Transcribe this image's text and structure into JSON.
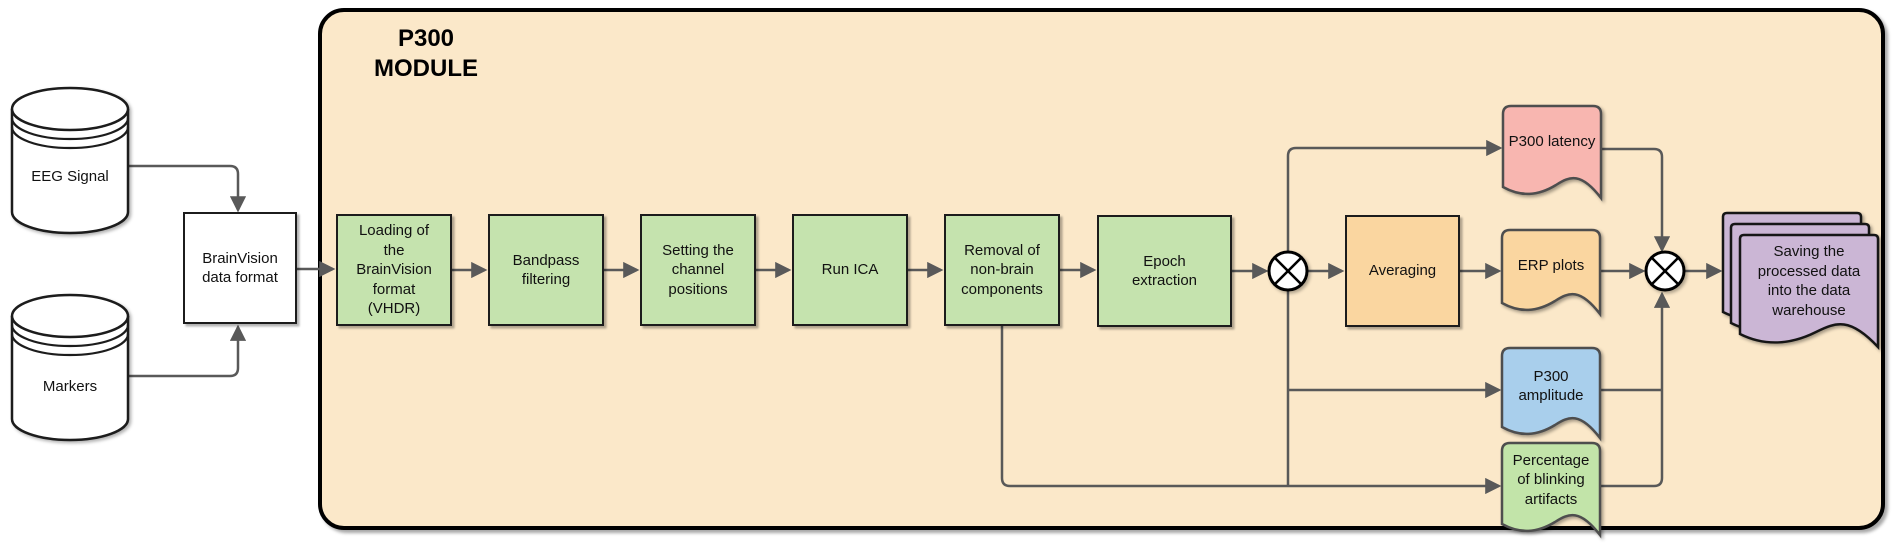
{
  "module": {
    "title_line1": "P300",
    "title_line2": "MODULE"
  },
  "colors": {
    "module_bg": "#FBE8C9",
    "process_green": "#C5E3AE",
    "orange": "#FAD6A0",
    "pink": "#F8B6B0",
    "blue": "#A9CFEC",
    "doc_green": "#C2E4A9",
    "purple": "#CBB6D5",
    "line": "#595959"
  },
  "inputs": {
    "eeg": {
      "label": "EEG Signal"
    },
    "markers": {
      "label": "Markers"
    }
  },
  "nodes": {
    "brainvision": "BrainVision data format",
    "loading": "Loading of the BrainVision format (VHDR)",
    "bandpass": "Bandpass filtering",
    "channel": "Setting the channel positions",
    "runica": "Run ICA",
    "removal": "Removal of non-brain components",
    "epoch": "Epoch extraction",
    "averaging": "Averaging"
  },
  "outputs": {
    "latency": "P300 latency",
    "erp": "ERP plots",
    "amplitude": "P300 amplitude",
    "blinking": "Percentage of blinking artifacts",
    "warehouse": "Saving the processed data into the data warehouse"
  }
}
